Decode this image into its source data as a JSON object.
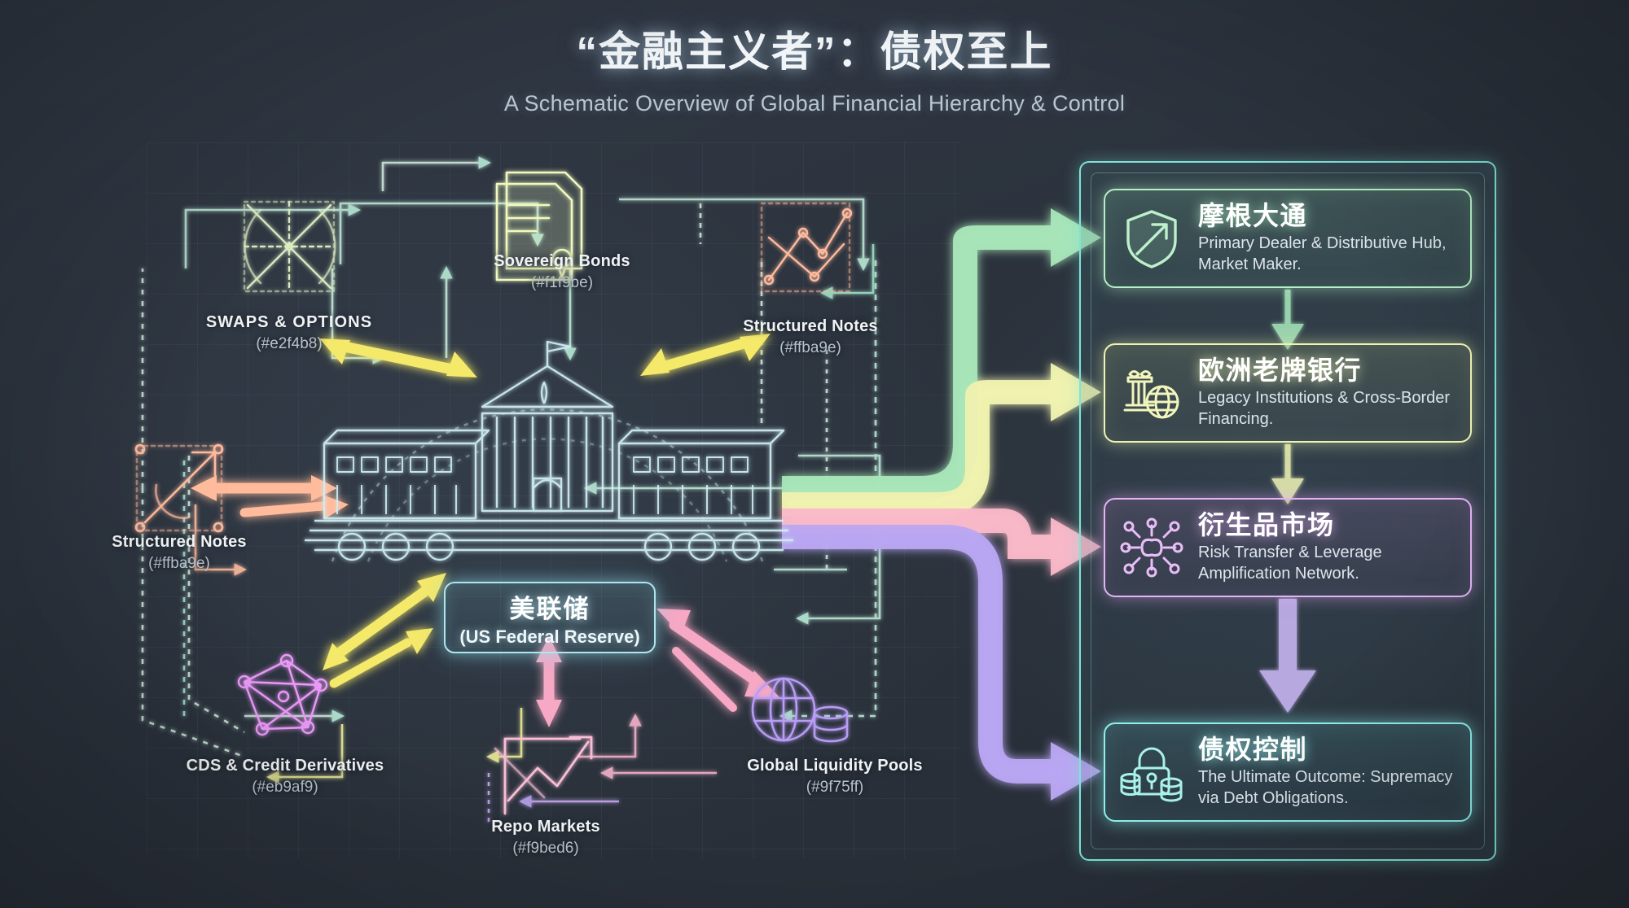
{
  "header": {
    "title": "“金融主义者”：债权至上",
    "subtitle": "A Schematic Overview of Global Financial Hierarchy & Control"
  },
  "center": {
    "name_cn": "美联储",
    "name_en": "(US Federal Reserve)",
    "icon": "federal-reserve-building-icon",
    "accent": "#aee6ef"
  },
  "nodes": [
    {
      "id": "swaps-options",
      "title": "SWAPS & OPTIONS",
      "code": "(#e2f4b8)",
      "color": "#e2f4b8",
      "icon": "swaps-options-network-icon"
    },
    {
      "id": "sovereign-bonds",
      "title": "Sovereign Bonds",
      "code": "(#f1f9be)",
      "color": "#f1f9be",
      "icon": "bond-certificate-icon"
    },
    {
      "id": "structured-notes-r",
      "title": "Structured Notes",
      "code": "(#ffba9e)",
      "color": "#ffba9e",
      "icon": "structured-notes-graph-icon"
    },
    {
      "id": "structured-notes-l",
      "title": "Structured Notes",
      "code": "(#ffba9e)",
      "color": "#ffba9e",
      "icon": "structured-notes-graph-icon"
    },
    {
      "id": "cds-credit",
      "title": "CDS & Credit Derivatives",
      "code": "(#eb9af9)",
      "color": "#eb9af9",
      "icon": "cds-network-icon"
    },
    {
      "id": "repo-markets",
      "title": "Repo Markets",
      "code": "(#f9bed6)",
      "color": "#f9bed6",
      "icon": "repo-trend-arrow-icon"
    },
    {
      "id": "global-liquidity",
      "title": "Global Liquidity Pools",
      "code": "(#9f75ff)",
      "color": "#9f75ff",
      "icon": "globe-coins-icon"
    }
  ],
  "cards": [
    {
      "id": "jpmorgan",
      "name_cn": "摩根大通",
      "desc_en": "Primary Dealer & Distributive Hub, Market Maker.",
      "icon": "shield-growth-arrow-icon",
      "color": "#b6eec6"
    },
    {
      "id": "european-legacy-banks",
      "name_cn": "欧洲老牌银行",
      "desc_en": "Legacy Institutions & Cross-Border Financing.",
      "icon": "column-globe-icon",
      "color": "#eef4b4"
    },
    {
      "id": "derivatives-market",
      "name_cn": "衍生品市场",
      "desc_en": "Risk Transfer & Leverage Amplification Network.",
      "icon": "molecule-network-icon",
      "color": "#e4b3f3"
    },
    {
      "id": "debt-control",
      "name_cn": "债权控制",
      "desc_en": "The Ultimate Outcome: Supremacy via Debt Obligations.",
      "icon": "lock-coins-icon",
      "color": "#8ef0ea"
    }
  ],
  "flows": [
    {
      "from": "us-federal-reserve",
      "to": "jpmorgan",
      "color": "#a8e6b8"
    },
    {
      "from": "us-federal-reserve",
      "to": "european-legacy-banks",
      "color": "#f0f2b0"
    },
    {
      "from": "us-federal-reserve",
      "to": "derivatives-market",
      "color": "#f9b8c8"
    },
    {
      "from": "us-federal-reserve",
      "to": "debt-control",
      "color": "#b9a6f2"
    }
  ],
  "theme": {
    "background": "#2b323c",
    "title_color": "#f2f5f8",
    "subtitle_color": "#b9c6d2",
    "panel_border": "#7fe3d6"
  }
}
